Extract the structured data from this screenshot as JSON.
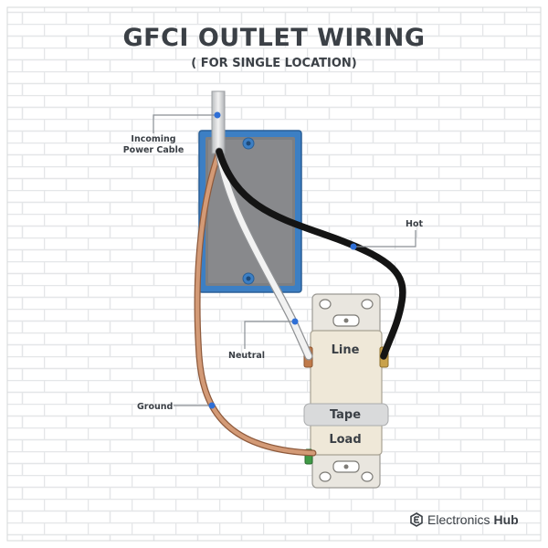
{
  "title": "GFCI OUTLET WIRING",
  "subtitle": "( FOR SINGLE LOCATION)",
  "labels": {
    "incoming_cable": "Incoming\nPower Cable",
    "hot": "Hot",
    "neutral": "Neutral",
    "ground": "Ground"
  },
  "outlet": {
    "line": "Line",
    "tape": "Tape",
    "load": "Load"
  },
  "brand": {
    "name_a": "Electronics",
    "name_b": "Hub"
  },
  "colors": {
    "junction_box": "#3c7fc4",
    "box_plate": "#7d7f82",
    "hot_wire": "#141414",
    "neutral_wire": "#e6e6e6",
    "ground_wire": "#c98a66",
    "outlet_body": "#efe8d8",
    "callout_dot": "#2f6fd6"
  }
}
